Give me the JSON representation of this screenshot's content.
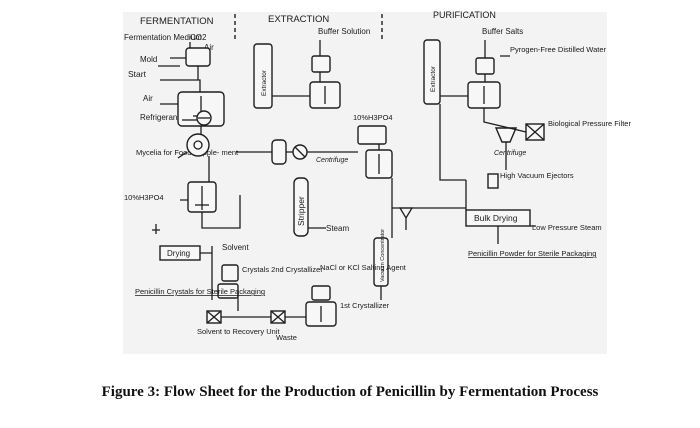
{
  "sections": {
    "fermentation": "FERMENTATION",
    "extraction": "EXTRACTION",
    "purification": "PURIFICATION"
  },
  "labels": {
    "fermentation_medium": "Fermentation Medium",
    "mold": "Mold",
    "co2": "CO2",
    "air_top": "Air",
    "start": "Start",
    "air": "Air",
    "refrigerant": "Refrigerant",
    "mycelia": "Mycelia for Food Supple- ment",
    "h3po4_left": "10%H3PO4",
    "drying_left": "Drying",
    "solvent": "Solvent",
    "crystals_2nd": "Crystals 2nd Crystallizer",
    "penicillin_crystals": "Penicillin Crystals for Sterile Packaging",
    "solvent_recovery": "Solvent to Recovery Unit",
    "waste": "Waste",
    "buffer_solution": "Buffer Solution",
    "extractor_1": "Extractor",
    "h3po4_mid": "10%H3PO4",
    "centrifuge_mid": "Centrifuge",
    "stripper": "Stripper",
    "steam": "Steam",
    "salting_agent": "NaCl or KCl Salting Agent",
    "crystallizer_1st": "1st Crystallizer",
    "vacuum_concentrator": "Vacuum Concentrator",
    "buffer_salts": "Buffer Salts",
    "pyrogen_free": "Pyrogen-Free Distilled Water",
    "extractor_2": "Extractor",
    "biological_filter": "Biological Pressure Filter",
    "centrifuge_right": "Centrifuge",
    "high_vacuum": "High Vacuum Ejectors",
    "bulk_drying": "Bulk Drying",
    "low_pressure_steam": "Low Pressure Steam",
    "penicillin_powder": "Penicillin Powder for Sterile Packaging"
  },
  "caption": "Figure 3: Flow Sheet for the Production of Penicillin by Fermentation Process"
}
